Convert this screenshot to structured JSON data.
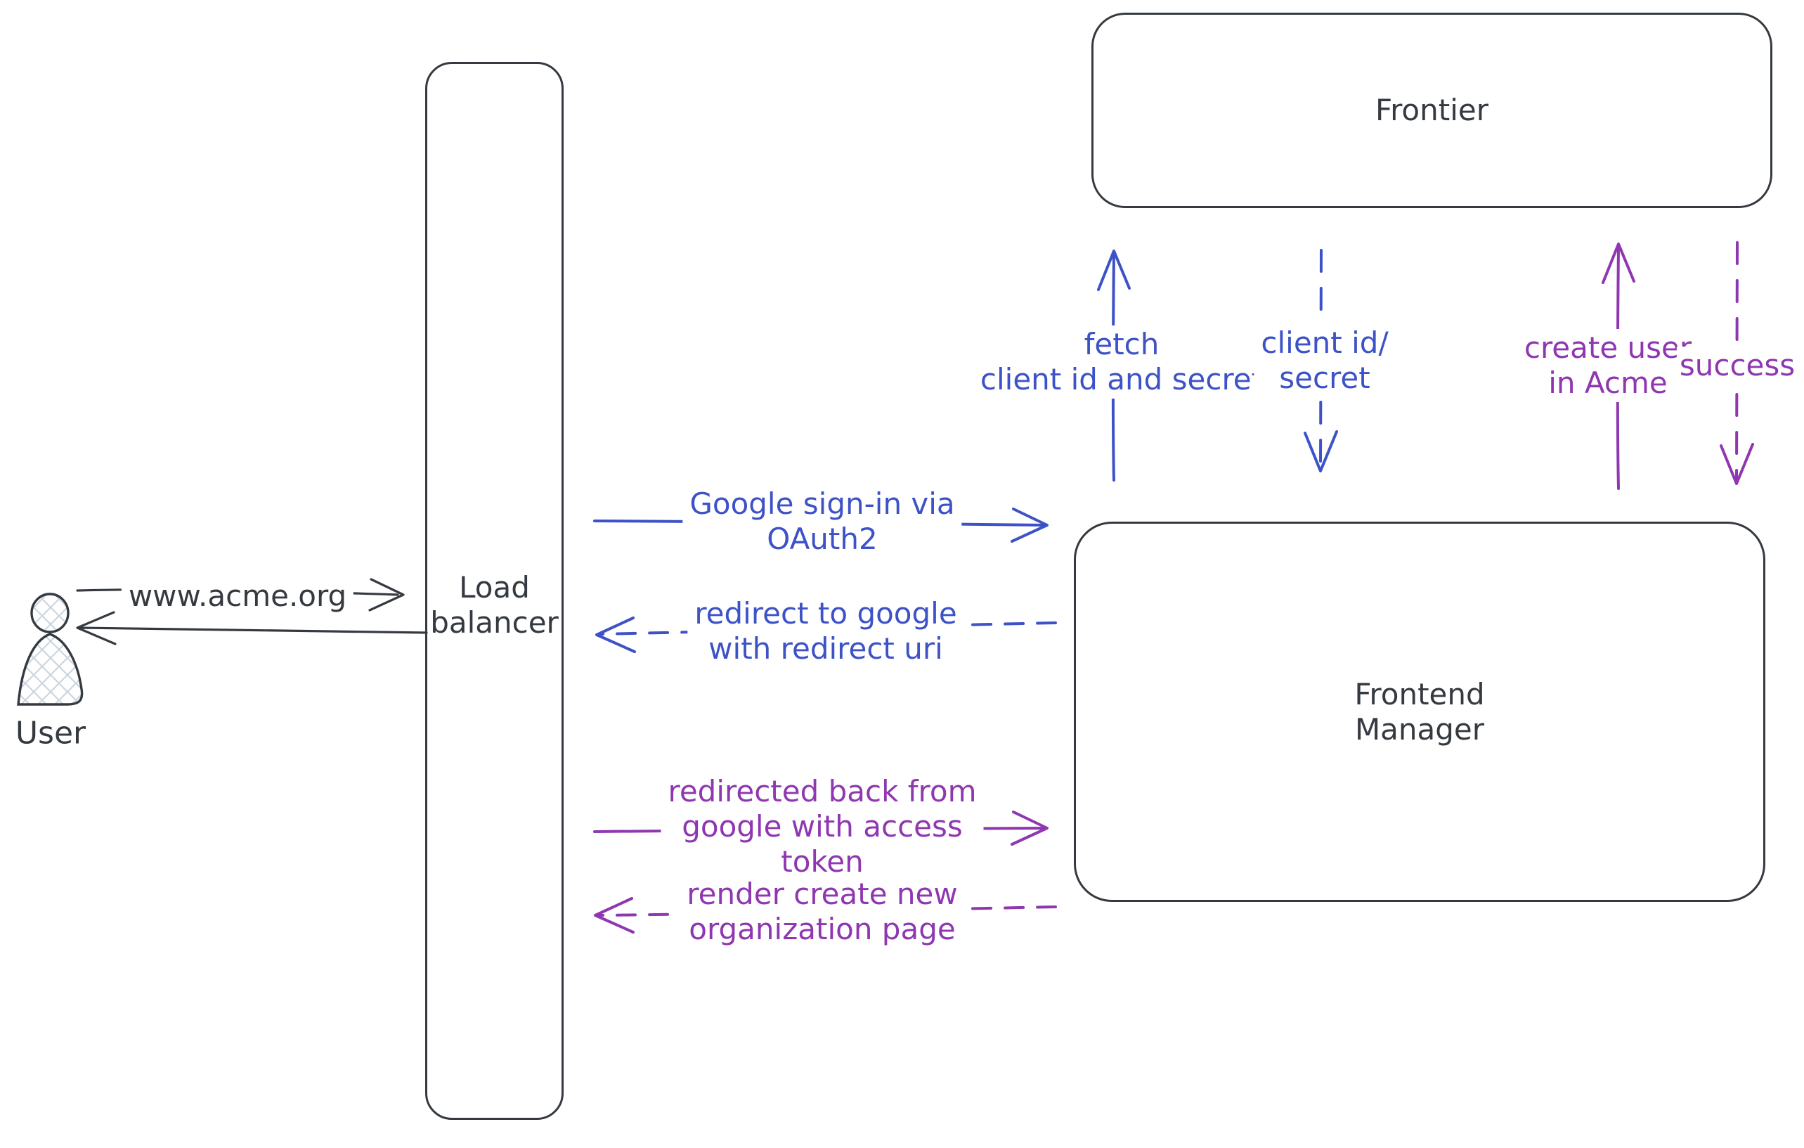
{
  "canvas": {
    "background": "#ffffff"
  },
  "colors": {
    "ink": "#343a40",
    "blue": "#3d52c7",
    "purple": "#8f37b0",
    "hatch": "#ccd6df",
    "label_bg": "#ffffff"
  },
  "nodes": {
    "user": {
      "label": "User"
    },
    "load_balancer": {
      "line1": "Load",
      "line2": "balancer"
    },
    "frontier": {
      "label": "Frontier"
    },
    "frontend_manager": {
      "line1": "Frontend",
      "line2": "Manager"
    }
  },
  "edges": {
    "www_acme": {
      "label": "www.acme.org"
    },
    "google_signin": {
      "line1": "Google sign-in via",
      "line2": "OAuth2"
    },
    "redirect_google": {
      "line1": "redirect to google",
      "line2": "with redirect uri"
    },
    "redirected_back": {
      "line1": "redirected back from",
      "line2": "google with access",
      "line3": "token"
    },
    "render_page": {
      "line1": "render create new",
      "line2": "organization page"
    },
    "fetch_secret": {
      "line1": "fetch",
      "line2": "client id and secret"
    },
    "client_id_secret": {
      "line1": "client id/",
      "line2": "secret"
    },
    "create_user": {
      "line1": "create user",
      "line2": "in Acme"
    },
    "success": {
      "label": "success"
    }
  }
}
